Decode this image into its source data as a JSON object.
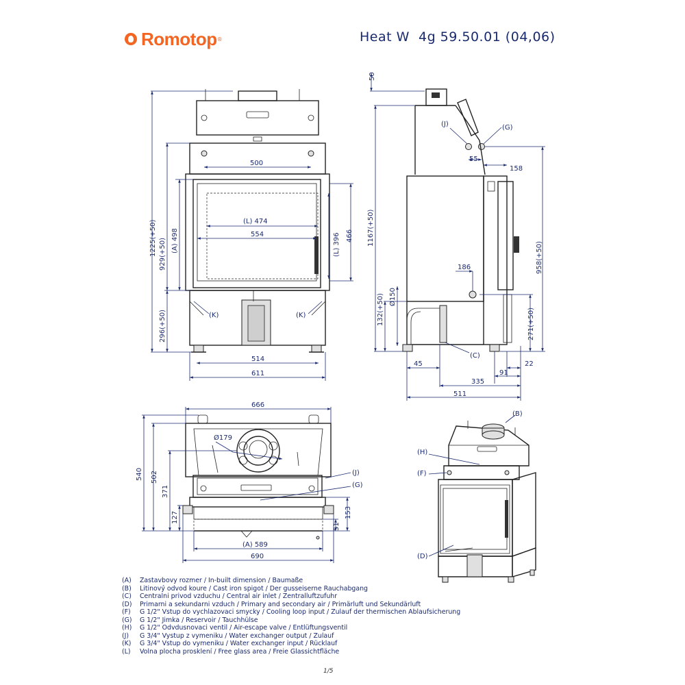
{
  "brand": {
    "name": "Romotop",
    "reg": "®",
    "color": "#f26522"
  },
  "model": "Heat W  4g 59.50.01 (04,06)",
  "front_view": {
    "dims": {
      "total_h": "1225(+50)",
      "h929": "929(+50)",
      "a498": "(A) 498",
      "h296": "296(+50)",
      "w500": "500",
      "l474": "(L) 474",
      "w554": "554",
      "l396": "(L) 396",
      "h466": "466",
      "w514": "514",
      "w611": "611",
      "k_left": "(K)",
      "k_right": "(K)"
    }
  },
  "side_view": {
    "dims": {
      "top50": "50",
      "h1167": "1167(+50)",
      "j": "(J)",
      "g": "(G)",
      "w55": "55",
      "w158": "158",
      "h958": "958(+50)",
      "w186": "186",
      "h132": "132(+50)",
      "d150": "Ø150",
      "h271": "271(+50)",
      "c": "(C)",
      "w45": "45",
      "w22": "22",
      "w91": "91",
      "w335": "335",
      "w511": "511"
    }
  },
  "top_view": {
    "dims": {
      "w666": "666",
      "d179": "Ø179",
      "h540": "540",
      "h502": "502",
      "h371": "371",
      "h127": "127",
      "j": "(J)",
      "g": "(G)",
      "h153": "153",
      "h51": "51",
      "a589": "(A) 589",
      "w690": "690"
    }
  },
  "iso_view": {
    "labels": {
      "b": "(B)",
      "h": "(H)",
      "f": "(F)",
      "d": "(D)"
    }
  },
  "legend": [
    {
      "key": "(A)",
      "text": "Zastavbovy rozmer / In-built dimension / Baumaße"
    },
    {
      "key": "(B)",
      "text": "Litinový odvod koure / Cast iron spigot / Der gusseiserne Rauchabgang"
    },
    {
      "key": "(C)",
      "text": "Centralni privod vzduchu / Central air inlet / Zentralluftzufuhr"
    },
    {
      "key": "(D)",
      "text": "Primarni a sekundarni vzduch / Primary and secondary air / Primärluft und Sekundärluft"
    },
    {
      "key": "(F)",
      "text": "G 1/2\" Vstup do vychlazovaci smycky / Cooling loop input / Zulauf der thermischen Ablaufsicherung"
    },
    {
      "key": "(G)",
      "text": "G 1/2\" Jimka / Reservoir / Tauchhülse"
    },
    {
      "key": "(H)",
      "text": "G 1/2\" Odvdusnovaci ventil / Air-escape valve / Entlüftungsventil"
    },
    {
      "key": "(J)",
      "text": "G 3/4\" Vystup z vymeniku / Water exchanger output / Zulauf"
    },
    {
      "key": "(K)",
      "text": "G 3/4\" Vstup do vymeniku / Water exchanger input / Rücklauf"
    },
    {
      "key": "(L)",
      "text": "Volna plocha prosklení / Free glass area / Freie Glassichtfläche"
    }
  ],
  "page": "1/5",
  "colors": {
    "dimension": "#1a2a6e",
    "outline": "#222222"
  }
}
